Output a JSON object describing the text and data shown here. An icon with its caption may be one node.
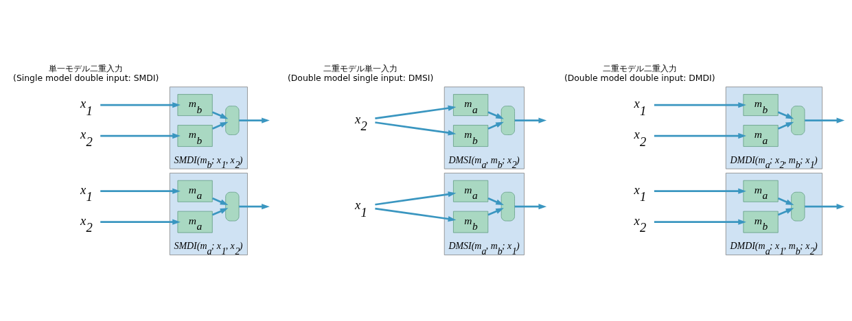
{
  "diagram": {
    "nodes": [
      {
        "text": [
          "x$_{1}$"
        ]
      },
      {
        "text": [
          "x$_{2}$"
        ]
      },
      {
        "text": [
          "SMDI(m$_{a}$; x$_{1}$, x$_{2}$)"
        ]
      },
      {
        "text": [
          "m$_{a}$"
        ],
        "in": 2
      },
      {
        "text": [
          "m$_{a}$"
        ],
        "in": 2
      },
      {
        "text": [],
        "shape": "gate",
        "in": 2
      },
      {
        "text": [
          "x$_{1}$"
        ]
      },
      {
        "text": [
          "DMSI(m$_{a}$, m$_{b}$; x$_{1}$)"
        ]
      },
      {
        "text": [
          "m$_{a}$"
        ],
        "in": 7
      },
      {
        "text": [
          "m$_{b}$"
        ],
        "in": 7
      },
      {
        "text": [],
        "shape": "gate",
        "in": 7
      },
      {
        "text": [
          "x$_{1}$"
        ]
      },
      {
        "text": [
          "x$_{2}$"
        ]
      },
      {
        "text": [
          "DMDI(m$_{a}$; x$_{1}$, m$_{b}$; x$_{2}$)"
        ]
      },
      {
        "text": [
          "m$_{a}$"
        ],
        "in": 13
      },
      {
        "text": [
          "m$_{b}$"
        ],
        "in": 13
      },
      {
        "text": [],
        "shape": "gate",
        "in": 13
      },
      {
        "text": [
          "x$_{1}$"
        ]
      },
      {
        "text": [
          "x$_{2}$"
        ]
      },
      {
        "text": [
          "SMDI(m$_{b}$; x$_{1}$, x$_{2}$)"
        ]
      },
      {
        "text": [
          "m$_{b}$"
        ],
        "in": 19
      },
      {
        "text": [
          "m$_{b}$"
        ],
        "in": 19
      },
      {
        "text": [],
        "shape": "gate",
        "in": 19
      },
      {
        "text": [
          "x$_{2}$"
        ]
      },
      {
        "text": [
          "DMSI(m$_{a}$, m$_{b}$; x$_{2}$)"
        ]
      },
      {
        "text": [
          "m$_{a}$"
        ],
        "in": 24
      },
      {
        "text": [
          "m$_{b}$"
        ],
        "in": 24
      },
      {
        "text": [],
        "shape": "gate",
        "in": 24
      },
      {
        "text": [
          "x$_{1}$"
        ]
      },
      {
        "text": [
          "x$_{2}$"
        ]
      },
      {
        "text": [
          "DMDI(m$_{a}$; x$_{2}$, m$_{b}$; x$_{1}$)"
        ]
      },
      {
        "text": [
          "m$_{b}$"
        ],
        "in": 30
      },
      {
        "text": [
          "m$_{a}$"
        ],
        "in": 30
      },
      {
        "text": [],
        "shape": "gate",
        "in": 30
      }
    ],
    "edges": [
      {
        "from": 0,
        "to": 3,
        "arrow": "to"
      },
      {
        "from": 1,
        "to": 4,
        "arrow": "to"
      },
      {
        "from": 3,
        "to": 5,
        "arrow": "to"
      },
      {
        "from": 4,
        "to": 5,
        "arrow": "to"
      },
      {
        "from": 5,
        "to": null,
        "arrow": "to"
      },
      {
        "from": 6,
        "to": 8,
        "arrow": "to"
      },
      {
        "from": 6,
        "to": 9,
        "arrow": "to"
      },
      {
        "from": 8,
        "to": 10,
        "arrow": "to"
      },
      {
        "from": 9,
        "to": 10,
        "arrow": "to"
      },
      {
        "from": 10,
        "to": null,
        "arrow": "to"
      },
      {
        "from": 11,
        "to": 14,
        "arrow": "to"
      },
      {
        "from": 12,
        "to": 15,
        "arrow": "to"
      },
      {
        "from": 14,
        "to": 16,
        "arrow": "to"
      },
      {
        "from": 15,
        "to": 16,
        "arrow": "to"
      },
      {
        "from": 16,
        "to": null,
        "arrow": "to"
      },
      {
        "from": 17,
        "to": 20,
        "arrow": "to"
      },
      {
        "from": 18,
        "to": 21,
        "arrow": "to"
      },
      {
        "from": 20,
        "to": 22,
        "arrow": "to"
      },
      {
        "from": 21,
        "to": 22,
        "arrow": "to"
      },
      {
        "from": 22,
        "to": null,
        "arrow": "to"
      },
      {
        "from": 23,
        "to": 25,
        "arrow": "to"
      },
      {
        "from": 23,
        "to": 26,
        "arrow": "to"
      },
      {
        "from": 25,
        "to": 27,
        "arrow": "to"
      },
      {
        "from": 26,
        "to": 27,
        "arrow": "to"
      },
      {
        "from": 27,
        "to": null,
        "arrow": "to"
      },
      {
        "from": 28,
        "to": 31,
        "arrow": "to"
      },
      {
        "from": 29,
        "to": 32,
        "arrow": "to"
      },
      {
        "from": 31,
        "to": 33,
        "arrow": "to"
      },
      {
        "from": 32,
        "to": 33,
        "arrow": "to"
      },
      {
        "from": 33,
        "to": null,
        "arrow": "to"
      }
    ],
    "labels": [
      "単一モデル二重入力",
      "(Single model double input: SMDI)",
      "二重モデル単一入力",
      "(Double model single input: DMSI)",
      "二重モデル二重入力",
      "(Double model double input: DMDI)"
    ]
  }
}
